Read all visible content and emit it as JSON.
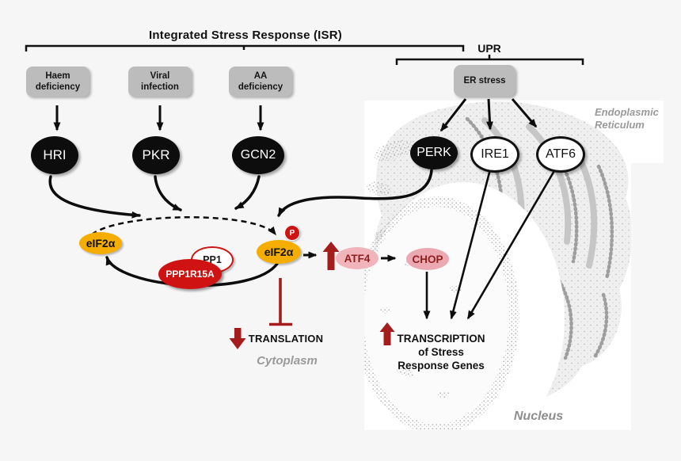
{
  "header": {
    "isr_title": "Integrated Stress Response (ISR)",
    "upr_title": "UPR"
  },
  "stressors": [
    {
      "line1": "Haem",
      "line2": "deficiency"
    },
    {
      "line1": "Viral",
      "line2": "infection"
    },
    {
      "line1": "AA",
      "line2": "deficiency"
    }
  ],
  "er_stress_label": "ER stress",
  "kinases": {
    "hri": "HRI",
    "pkr": "PKR",
    "gcn2": "GCN2",
    "perk": "PERK",
    "ire1": "IRE1",
    "atf6": "ATF6"
  },
  "eif2a_cycle": {
    "eif2a_left": "eIF2α",
    "eif2a_right": "eIF2α",
    "phospho_badge": "P",
    "pp1": "PP1",
    "ppp1r15a": "PPP1R15A"
  },
  "downstream": {
    "atf4": "ATF4",
    "chop": "CHOP",
    "translation": "TRANSLATION",
    "transcription_line1": "TRANSCRIPTION",
    "transcription_line2": "of Stress",
    "transcription_line3": "Response Genes"
  },
  "compartments": {
    "cytoplasm": "Cytoplasm",
    "er_line1": "Endoplasmic",
    "er_line2": "Reticulum",
    "nucleus": "Nucleus"
  },
  "colors": {
    "background": "#f6f6f6",
    "panel": "#ffffff",
    "stressor_box_gray": "#bcbcbc",
    "kinase_black": "#0d0d0d",
    "eif2a_yellow": "#f5ad00",
    "red": "#cf1313",
    "dark_red_arrow": "#a51c1c",
    "pink_oval": "#f0b4ba",
    "maroon_text": "#8c2121",
    "gray_text": "#9a9a9a"
  }
}
